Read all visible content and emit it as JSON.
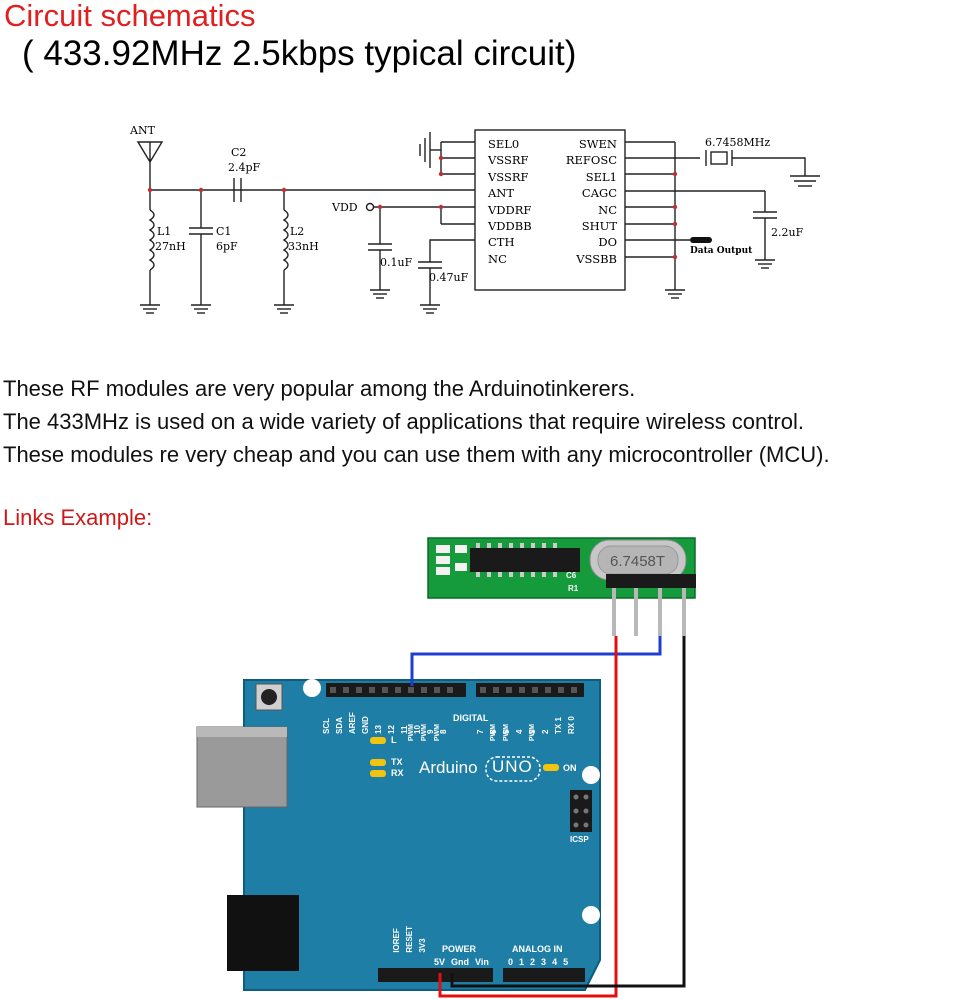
{
  "header": {
    "title": "Circuit schematics",
    "subtitle": "( 433.92MHz 2.5kbps typical circuit)"
  },
  "schematic": {
    "chip_pins_left": [
      "SEL0",
      "VSSRF",
      "VSSRF",
      "ANT",
      "VDDRF",
      "VDDBB",
      "CTH",
      "NC"
    ],
    "chip_pins_right": [
      "SWEN",
      "REFOSC",
      "SEL1",
      "CAGC",
      "NC",
      "SHUT",
      "DO",
      "VSSBB"
    ],
    "antenna": "ANT",
    "c2_name": "C2",
    "c2_value": "2.4pF",
    "l1_name": "L1",
    "l1_value": "27nH",
    "c1_name": "C1",
    "c1_value": "6pF",
    "l2_name": "L2",
    "l2_value": "33nH",
    "vdd": "VDD",
    "cap_01": "0.1uF",
    "cap_047": "0.47uF",
    "crystal": "6.7458MHz",
    "cap_22": "2.2uF",
    "data_output": "Data Output"
  },
  "description": {
    "line1": "These RF modules are very popular among the Arduinotinkerers.",
    "line2": "The 433MHz is used on a wide variety of applications that require wireless control.",
    "line3": "These modules  re very cheap and you can use them with any microcontroller (MCU)."
  },
  "links": {
    "label": "Links Example:"
  },
  "module": {
    "crystal_label": "6.7458T",
    "c6": "C6",
    "r1": "R1"
  },
  "arduino": {
    "digital_header": [
      "SCL",
      "SDA",
      "AREF",
      "GND",
      "13",
      "12",
      "11",
      "10",
      "9",
      "8",
      "7",
      "6",
      "5",
      "4",
      "3",
      "2",
      "TX 1",
      "RX 0"
    ],
    "pwm": [
      "PWM",
      "PWM",
      "PWM",
      "PWM",
      "PWM",
      "PWM"
    ],
    "digital": "DIGITAL",
    "l": "L",
    "tx": "TX",
    "rx": "RX",
    "brand": "Arduino",
    "model": "UNO",
    "on": "ON",
    "icsp": "ICSP",
    "power_pins": [
      "IOREF",
      "RESET",
      "3V3",
      "5V",
      "Gnd",
      "Vin"
    ],
    "power": "POWER",
    "analog": "ANALOG IN",
    "analog_pins": [
      "0",
      "1",
      "2",
      "3",
      "4",
      "5"
    ]
  },
  "colors": {
    "title_red": "#e02020",
    "board_blue": "#1f7ea5",
    "wire_red": "#e01010",
    "wire_blue": "#1c3fd0",
    "wire_black": "#111111",
    "pcb_green": "#159a3c"
  }
}
